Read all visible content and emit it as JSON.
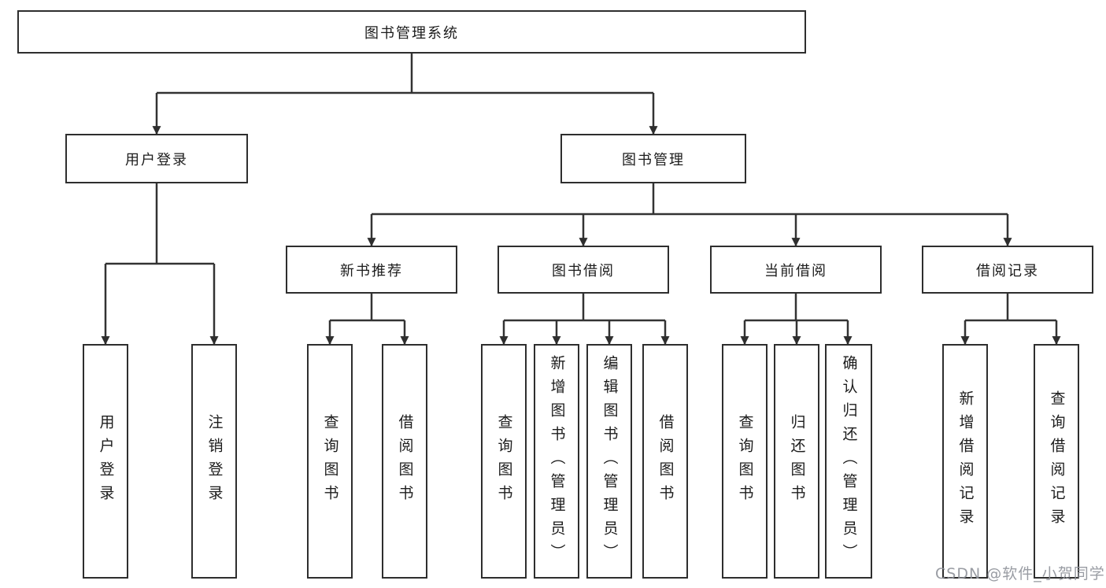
{
  "tree": {
    "root": {
      "label": "图书管理系统"
    },
    "branches": [
      {
        "label": "用户登录",
        "children": [
          {
            "label": "用户登录"
          },
          {
            "label": "注销登录"
          }
        ]
      },
      {
        "label": "图书管理",
        "children": [
          {
            "label": "新书推荐",
            "children": [
              {
                "label": "查询图书"
              },
              {
                "label": "借阅图书"
              }
            ]
          },
          {
            "label": "图书借阅",
            "children": [
              {
                "label": "查询图书"
              },
              {
                "label": "新增图书（管理员）"
              },
              {
                "label": "编辑图书（管理员）"
              },
              {
                "label": "借阅图书"
              }
            ]
          },
          {
            "label": "当前借阅",
            "children": [
              {
                "label": "查询图书"
              },
              {
                "label": "归还图书"
              },
              {
                "label": "确认归还（管理员）"
              }
            ]
          },
          {
            "label": "借阅记录",
            "children": [
              {
                "label": "新增借阅记录"
              },
              {
                "label": "查询借阅记录"
              }
            ]
          }
        ]
      }
    ]
  },
  "watermark": {
    "text": "CSDN @软件_小贺同学"
  },
  "colors": {
    "line": "#333333",
    "box_border": "#2e2e2e",
    "box_fill": "#ffffff",
    "text": "#1c1c1c",
    "watermark": "#90949b"
  }
}
